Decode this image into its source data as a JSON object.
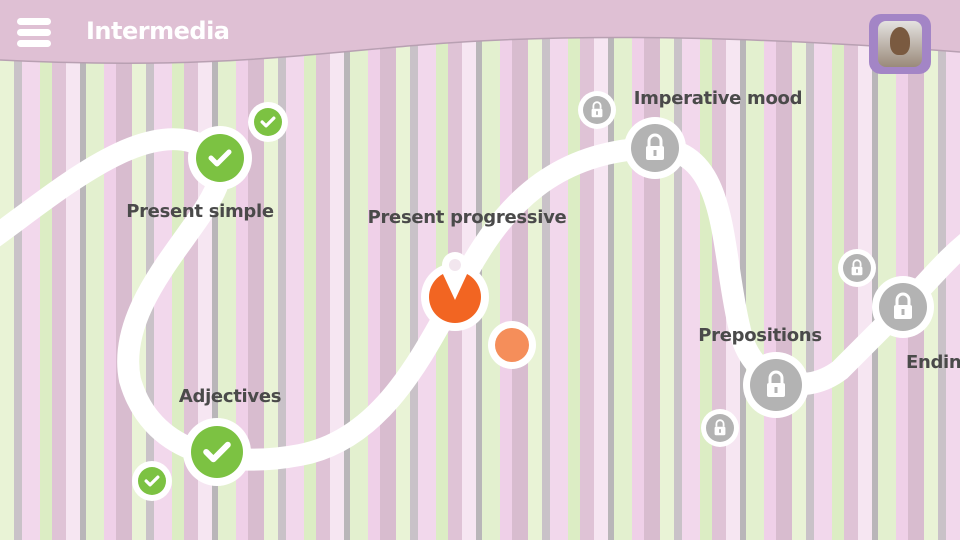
{
  "header": {
    "title": "Intermedia",
    "menu_icon": "hamburger-icon",
    "avatar": "user-avatar"
  },
  "lessons": [
    {
      "label": "Present simple",
      "status": "completed"
    },
    {
      "label": "Adjectives",
      "status": "completed"
    },
    {
      "label": "Present progressive",
      "status": "current"
    },
    {
      "label": "Imperative mood",
      "status": "locked"
    },
    {
      "label": "Prepositions",
      "status": "locked"
    },
    {
      "label": "Ending",
      "status": "locked"
    }
  ],
  "colors": {
    "completed": "#7cc242",
    "current": "#f26522",
    "current_light": "#f58e5a",
    "locked": "#b3b3b3",
    "header": "#dfc0d4",
    "avatar_frame": "#a385c6"
  }
}
